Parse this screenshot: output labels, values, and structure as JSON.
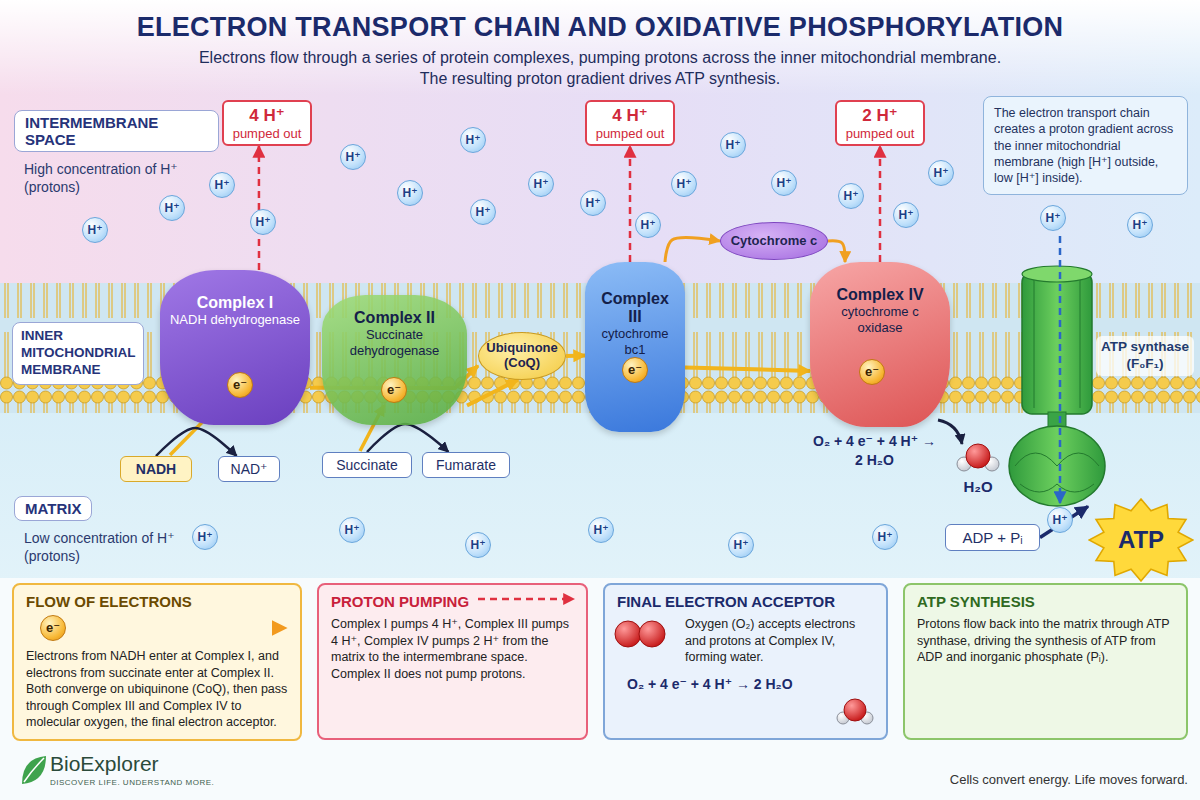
{
  "diagram": {
    "title": "ELECTRON TRANSPORT CHAIN AND OXIDATIVE PHOSPHORYLATION",
    "caption": "Cells convert energy. Life moves forward.",
    "nodes": [
      {
        "text": [
          "INTERMEMBRANE SPACE",
          "High concentration of H⁺ (protons)"
        ]
      },
      {
        "text": [
          "4 H⁺",
          "pumped out"
        ]
      },
      {
        "text": [
          "4 H⁺",
          "pumped out"
        ]
      },
      {
        "text": [
          "2 H⁺",
          "pumped out"
        ]
      },
      {
        "text": [
          "The electron transport chain creates a proton gradient across the inner mitochondrial membrane (high [H⁺] outside, low [H⁺] inside)."
        ]
      },
      {
        "text": [
          "INNER MITOCHONDRIAL MEMBRANE"
        ]
      },
      {
        "text": [
          "Complex I",
          "NADH dehydrogenase"
        ]
      },
      {
        "text": [
          "Complex II",
          "Succinate dehydrogenase"
        ]
      },
      {
        "text": [
          "Ubiquinone (CoQ)"
        ]
      },
      {
        "text": [
          "Complex III",
          "cytochrome bc1"
        ]
      },
      {
        "text": [
          "Cytochrome c"
        ]
      },
      {
        "text": [
          "Complex IV",
          "cytochrome c oxidase"
        ]
      },
      {
        "text": [
          "ATP synthase (F₀F₁)"
        ]
      },
      {
        "text": [
          "NADH"
        ]
      },
      {
        "text": [
          "NAD⁺"
        ]
      },
      {
        "text": [
          "Succinate"
        ]
      },
      {
        "text": [
          "Fumarate"
        ]
      },
      {
        "text": [
          "MATRIX",
          "Low concentration of H⁺ (protons)"
        ]
      },
      {
        "text": [
          "ADP + Pᵢ"
        ]
      },
      {
        "text": [
          "ATP"
        ]
      },
      {
        "text": [
          "FLOW OF ELECTRONS",
          "Electrons from NADH enter at Complex I, and electrons from succinate enter at Complex II. Both converge on ubiquinone (CoQ), then pass through Complex III and Complex IV to molecular oxygen, the final electron acceptor."
        ]
      },
      {
        "text": [
          "PROTON PUMPING",
          "Complex I pumps 4 H⁺, Complex III pumps 4 H⁺, Complex IV pumps 2 H⁺ from the matrix to the intermembrane space. Complex II does not pump protons."
        ]
      },
      {
        "text": [
          "FINAL ELECTRON ACCEPTOR",
          "Oxygen (O₂) accepts electrons and protons at Complex IV, forming water.",
          "O₂ + 4 e⁻ + 4 H⁺ → 2 H₂O"
        ]
      },
      {
        "text": [
          "ATP SYNTHESIS",
          "Protons flow back into the matrix through ATP synthase, driving the synthesis of ATP from ADP and inorganic phosphate (Pᵢ)."
        ]
      }
    ],
    "edges": [
      {
        "from": 13,
        "to": 14,
        "arrow": "to"
      },
      {
        "from": 15,
        "to": 16,
        "arrow": "to"
      },
      {
        "from": 6,
        "to": 8,
        "arrow": "to"
      },
      {
        "from": 7,
        "to": 8,
        "arrow": "to"
      },
      {
        "from": 8,
        "to": 9,
        "arrow": "to"
      },
      {
        "from": 9,
        "to": 11,
        "arrow": "to"
      },
      {
        "from": 9,
        "to": 10,
        "arrow": "to"
      },
      {
        "from": 10,
        "to": 11,
        "arrow": "to"
      },
      {
        "from": 6,
        "to": 1,
        "arrow": "to"
      },
      {
        "from": 9,
        "to": 2,
        "arrow": "to"
      },
      {
        "from": 11,
        "to": 3,
        "arrow": "to"
      },
      {
        "from": 18,
        "to": 19,
        "arrow": "to"
      }
    ],
    "labels": [
      "Electrons flow through a series of protein complexes, pumping protons across the inner mitochondrial membrane. The resulting proton gradient drives ATP synthesis.",
      "H⁺",
      "H⁺",
      "H⁺",
      "H⁺",
      "H⁺",
      "H⁺",
      "H⁺",
      "H⁺",
      "H⁺",
      "H⁺",
      "H⁺",
      "H⁺",
      "H⁺",
      "H⁺",
      "H⁺",
      "H⁺",
      "H⁺",
      "H⁺",
      "H⁺",
      "H⁺",
      "H⁺",
      "H⁺",
      "H⁺",
      "H⁺",
      "H⁺",
      "H⁺",
      "e⁻",
      "e⁻",
      "e⁻",
      "e⁻",
      "e⁻",
      "O₂ + 4 e⁻ + 4 H⁺ → 2 H₂O",
      "H₂O",
      "BioExplorer",
      "DISCOVER LIFE. UNDERSTAND MORE."
    ]
  }
}
